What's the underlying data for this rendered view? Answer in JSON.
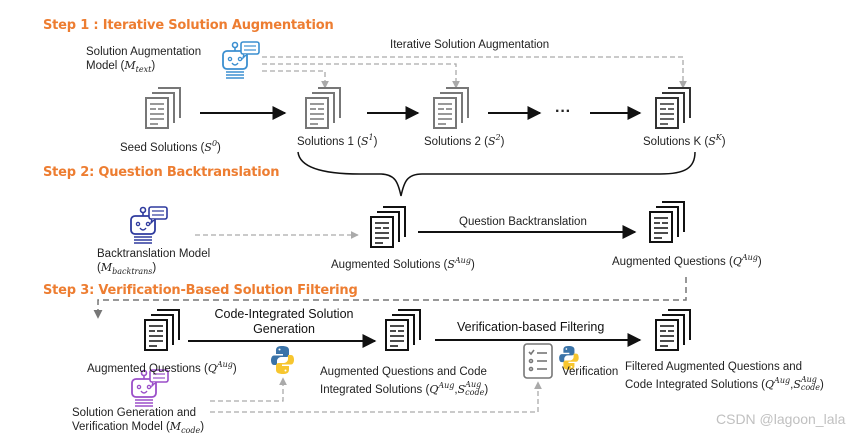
{
  "steps": [
    {
      "title": "Step 1 : Iterative Solution Augmentation"
    },
    {
      "title": "Step 2: Question Backtranslation"
    },
    {
      "title": "Step 3: Verification-Based Solution Filtering"
    }
  ],
  "step1": {
    "model_label_line1": "Solution Augmentation",
    "model_label_line2": "Model (",
    "model_symbol": "M",
    "model_subscript": "text",
    "iterative_label": "Iterative Solution Augmentation",
    "seed": {
      "label": "Seed Solutions (",
      "sym": "S",
      "sup": "0"
    },
    "sol1": {
      "label": "Solutions 1 (",
      "sym": "S",
      "sup": "1"
    },
    "sol2": {
      "label": "Solutions 2 (",
      "sym": "S",
      "sup": "2"
    },
    "solk": {
      "label": "Solutions K (",
      "sym": "S",
      "sup": "K"
    },
    "ellipsis": "···",
    "robot_color": "#3B8FD0"
  },
  "step2": {
    "model_label_line1": "Backtranslation Model",
    "model_symbol": "M",
    "model_subscript": "backtrans",
    "aug_solutions": {
      "label": "Augmented Solutions (",
      "sym": "S",
      "sup": "Aug"
    },
    "arrow_label": "Question Backtranslation",
    "aug_questions": {
      "label": "Augmented Questions (",
      "sym": "Q",
      "sup": "Aug"
    },
    "robot_color": "#2E3A9E"
  },
  "step3": {
    "aug_questions": {
      "label": "Augmented Questions (",
      "sym": "Q",
      "sup": "Aug"
    },
    "arrow1_label_line1": "Code-Integrated Solution",
    "arrow1_label_line2": "Generation",
    "mid_label_line1": "Augmented Questions and Code",
    "mid_label_line2": "Integrated Solutions (",
    "arrow2_label": "Verification-based Filtering",
    "verification_label": "Verification",
    "final_label_line1": "Filtered Augmented Questions and",
    "final_label_line2": "Code Integrated Solutions (",
    "model_label_line1": "Solution Generation and",
    "model_label_line2": "Verification Model (",
    "model_symbol": "M",
    "model_subscript": "code",
    "sym_q": "Q",
    "sym_s": "S",
    "sup_aug": "Aug",
    "sub_code": "code",
    "robot_color": "#9B4FC9"
  },
  "watermark": "CSDN @lagoon_lala",
  "colors": {
    "step_title": "#ED7D31",
    "dashed": "#AAAAAA",
    "python_blue": "#3A73A8",
    "python_yellow": "#F7C62F"
  }
}
